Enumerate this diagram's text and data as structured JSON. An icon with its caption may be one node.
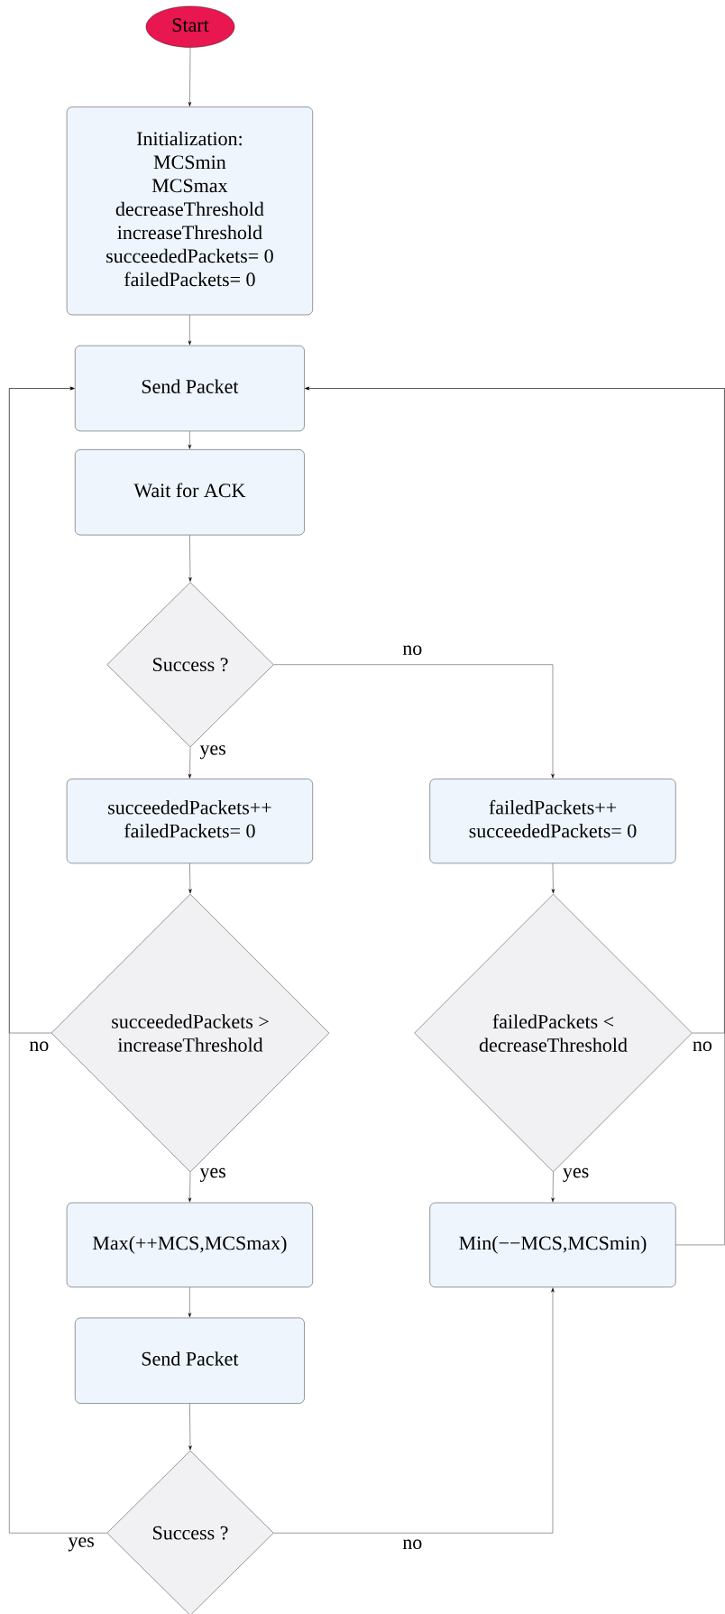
{
  "diagram": {
    "nodes": [
      {
        "text": [
          "Start"
        ]
      },
      {
        "text": [
          "Initialization:",
          "MCSmin",
          "MCSmax",
          "decreaseThreshold",
          "increaseThreshold",
          "succeededPackets= 0",
          "failedPackets= 0"
        ]
      },
      {
        "text": [
          "Send Packet"
        ]
      },
      {
        "text": [
          "Wait for ACK"
        ]
      },
      {
        "text": [
          "Success ?"
        ]
      },
      {
        "text": [
          "succeededPackets++",
          "failedPackets= 0"
        ]
      },
      {
        "text": [
          "failedPackets++",
          "succeededPackets= 0"
        ]
      },
      {
        "text": [
          "succeededPackets > increaseThreshold"
        ]
      },
      {
        "text": [
          "failedPackets < decreaseThreshold"
        ]
      },
      {
        "text": [
          "Max(++MCS,MCSmax)"
        ]
      },
      {
        "text": [
          "Min(−−MCS,MCSmin)"
        ]
      },
      {
        "text": [
          "Send Packet"
        ]
      },
      {
        "text": [
          "Success ?"
        ]
      }
    ],
    "edges": [
      {
        "from": 0,
        "to": 1,
        "arrow": "to"
      },
      {
        "from": 1,
        "to": 2,
        "arrow": "to"
      },
      {
        "from": 2,
        "to": 3,
        "arrow": "to"
      },
      {
        "from": 3,
        "to": 4,
        "arrow": "to"
      },
      {
        "from": 4,
        "to": 5,
        "arrow": "to",
        "label": "yes"
      },
      {
        "from": 4,
        "to": 6,
        "arrow": "to",
        "label": "no"
      },
      {
        "from": 5,
        "to": 7,
        "arrow": "to"
      },
      {
        "from": 6,
        "to": 8,
        "arrow": "to"
      },
      {
        "from": 7,
        "to": 9,
        "arrow": "to",
        "label": "yes"
      },
      {
        "from": 8,
        "to": 10,
        "arrow": "to",
        "label": "yes"
      },
      {
        "from": 7,
        "to": 2,
        "arrow": "to",
        "label": "no"
      },
      {
        "from": 8,
        "to": 2,
        "arrow": "to",
        "label": "no"
      },
      {
        "from": 9,
        "to": 11,
        "arrow": "to"
      },
      {
        "from": 10,
        "to": 2,
        "arrow": "to"
      },
      {
        "from": 11,
        "to": 12,
        "arrow": "to"
      },
      {
        "from": 12,
        "to": 10,
        "arrow": "to",
        "label": "no"
      },
      {
        "from": 12,
        "to": 2,
        "arrow": "to",
        "label": "yes"
      }
    ]
  }
}
